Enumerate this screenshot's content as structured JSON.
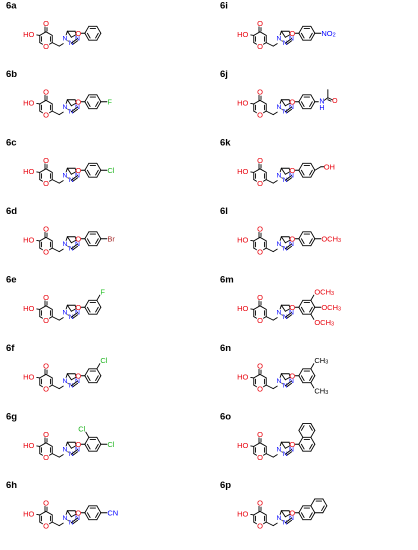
{
  "colors": {
    "bond": "#000000",
    "oxygen": "#e8000b",
    "nitrogen": "#0000ff",
    "fluorine": "#2ec32e",
    "chlorine": "#1db31d",
    "bromine": "#a52a2a"
  },
  "compounds": [
    {
      "id": "6a",
      "substituents": []
    },
    {
      "id": "6b",
      "substituents": [
        {
          "pos": "para",
          "label": "F",
          "el": "fluorine"
        }
      ]
    },
    {
      "id": "6c",
      "substituents": [
        {
          "pos": "para",
          "label": "Cl",
          "el": "chlorine"
        }
      ]
    },
    {
      "id": "6d",
      "substituents": [
        {
          "pos": "para",
          "label": "Br",
          "el": "bromine"
        }
      ]
    },
    {
      "id": "6e",
      "substituents": [
        {
          "pos": "meta",
          "label": "F",
          "el": "fluorine"
        }
      ]
    },
    {
      "id": "6f",
      "substituents": [
        {
          "pos": "meta",
          "label": "Cl",
          "el": "chlorine"
        }
      ]
    },
    {
      "id": "6g",
      "substituents": [
        {
          "pos": "ortho",
          "label": "Cl",
          "el": "chlorine"
        },
        {
          "pos": "para",
          "label": "Cl",
          "el": "chlorine"
        }
      ]
    },
    {
      "id": "6h",
      "substituents": [
        {
          "pos": "para",
          "label": "CN",
          "el": "nitrogen"
        }
      ]
    },
    {
      "id": "6i",
      "substituents": [
        {
          "pos": "para",
          "label": "NO",
          "sub": "2",
          "el": "nitrogen"
        }
      ]
    },
    {
      "id": "6j",
      "substituents": [
        {
          "pos": "para",
          "label": "NHAc",
          "el": "nitrogen"
        }
      ]
    },
    {
      "id": "6k",
      "substituents": [
        {
          "pos": "para",
          "label": "OH",
          "el": "oxygen",
          "linker": "CH2"
        }
      ]
    },
    {
      "id": "6l",
      "substituents": [
        {
          "pos": "para",
          "label": "OCH",
          "sub": "3",
          "el": "oxygen"
        }
      ]
    },
    {
      "id": "6m",
      "substituents": [
        {
          "pos": "meta",
          "label": "OCH",
          "sub": "3",
          "el": "oxygen"
        },
        {
          "pos": "para",
          "label": "OCH",
          "sub": "3",
          "el": "oxygen"
        },
        {
          "pos": "meta2",
          "label": "OCH",
          "sub": "3",
          "el": "oxygen"
        }
      ]
    },
    {
      "id": "6n",
      "substituents": [
        {
          "pos": "meta",
          "label": "CH",
          "sub": "3",
          "el": "bond"
        },
        {
          "pos": "meta2",
          "label": "CH",
          "sub": "3",
          "el": "bond"
        }
      ]
    },
    {
      "id": "6o",
      "substituents": [],
      "aryl": "naphthalen-1-yl"
    },
    {
      "id": "6p",
      "substituents": [],
      "aryl": "naphthalen-2-yl"
    }
  ],
  "atoms": {
    "O": "O",
    "HO": "HO",
    "N": "N",
    "H": "H"
  }
}
